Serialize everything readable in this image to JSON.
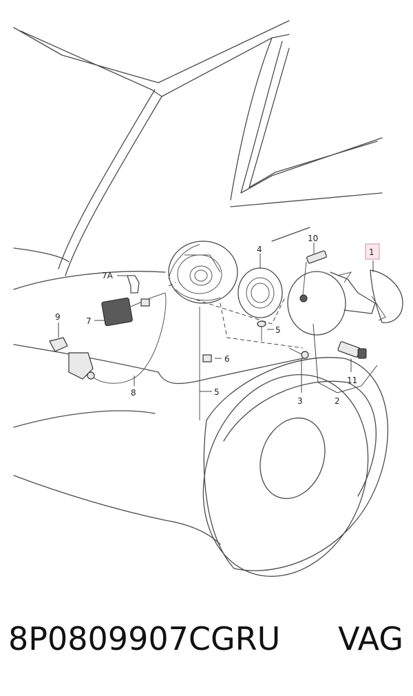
{
  "diagram": {
    "callouts": [
      "1",
      "2",
      "3",
      "4",
      "5",
      "5",
      "6",
      "7",
      "7A",
      "8",
      "9",
      "10",
      "11"
    ],
    "highlighted_callout": "1",
    "colors": {
      "line": "#4a4a4a",
      "highlight_fill": "#fde8ee",
      "highlight_stroke": "#e28aa4"
    }
  },
  "footer": {
    "part_number": "8P0809907CGRU",
    "brand": "VAG"
  }
}
